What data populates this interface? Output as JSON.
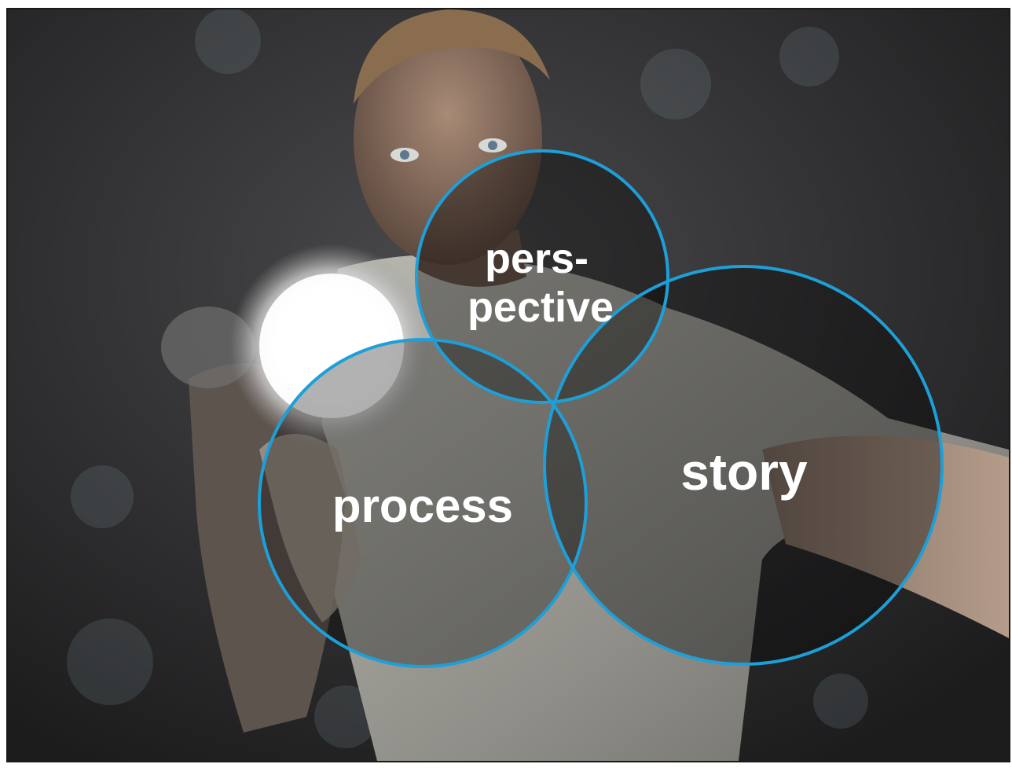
{
  "diagram": {
    "circle_stroke_color": "#1d9fd8",
    "circles": [
      {
        "id": "perspective",
        "lines": [
          "pers-",
          "pective"
        ]
      },
      {
        "id": "story",
        "lines": [
          "story"
        ]
      },
      {
        "id": "process",
        "lines": [
          "process"
        ]
      }
    ]
  },
  "background": {
    "description_icon": "man-holding-flashlight-photo"
  }
}
